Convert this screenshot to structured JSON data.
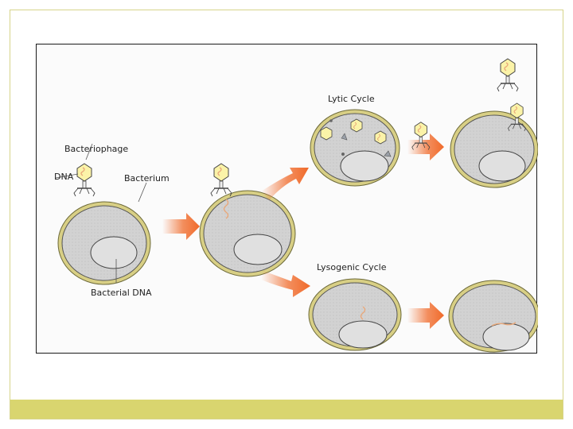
{
  "diagram": {
    "labels": {
      "bacteriophage": "Bacteriophage",
      "dna": "DNA",
      "bacterium": "Bacterium",
      "bacterial_dna": "Bacterial DNA",
      "lytic_cycle": "Lytic Cycle",
      "lysogenic_cycle": "Lysogenic Cycle"
    },
    "colors": {
      "footer_bar": "#d9d56f",
      "cell_wall": "#d8cf85",
      "cell_fill": "#d0d0d0",
      "nucleoid_fill": "#dedede",
      "arrow": "#f06a2a",
      "phage_head": "#fbf3a8",
      "viral_dna": "#e9a87a"
    }
  }
}
